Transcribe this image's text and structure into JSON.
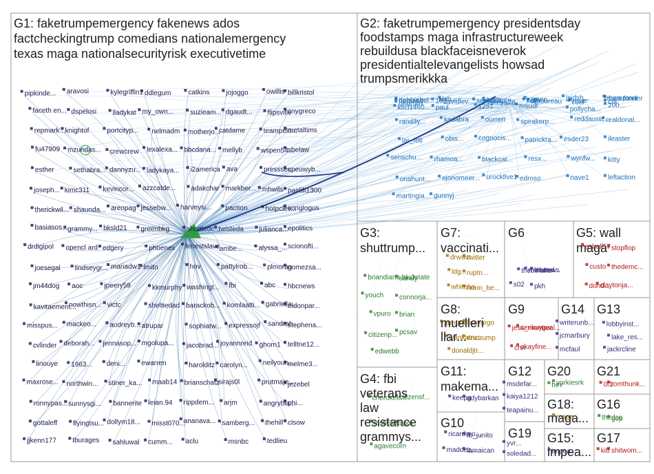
{
  "groups": [
    {
      "id": "G1",
      "lines": [
        "G1: faketrumpemergency fakenews ados",
        "factcheckingtrump comedians nationalemergency",
        "texas maga nationalsecurityrisk executivetime"
      ]
    },
    {
      "id": "G2",
      "lines": [
        "G2: faketrumpemergency presidentsday",
        "foodstamps maga infrastructureweek",
        "rebuildusa blackfaceisneverok",
        "presidentialtelevangelists howsad",
        "trumpsmerikkka"
      ]
    },
    {
      "id": "G3",
      "lines": [
        "G3:",
        "shuttrump..."
      ]
    },
    {
      "id": "G4",
      "lines": [
        "G4: fbi",
        "veterans",
        "law",
        "resistance",
        "grammys..."
      ]
    },
    {
      "id": "G5",
      "lines": [
        "G5: wall",
        "maga"
      ]
    },
    {
      "id": "G6",
      "lines": [
        "G6"
      ]
    },
    {
      "id": "G7",
      "lines": [
        "G7:",
        "vaccinati..."
      ]
    },
    {
      "id": "G8",
      "lines": [
        "G8:",
        "muelleri",
        "llar..."
      ]
    },
    {
      "id": "G9",
      "lines": [
        "G9"
      ]
    },
    {
      "id": "G10",
      "lines": [
        "G10"
      ]
    },
    {
      "id": "G11",
      "lines": [
        "G11:",
        "makema..."
      ]
    },
    {
      "id": "G12",
      "lines": [
        "G12"
      ]
    },
    {
      "id": "G13",
      "lines": [
        "G13"
      ]
    },
    {
      "id": "G14",
      "lines": [
        "G14"
      ]
    },
    {
      "id": "G15",
      "lines": [
        "G15:",
        "impea..."
      ]
    },
    {
      "id": "G16",
      "lines": [
        "G16"
      ]
    },
    {
      "id": "G17",
      "lines": [
        "G17"
      ]
    },
    {
      "id": "G18",
      "lines": [
        "G18:",
        "maga..."
      ]
    },
    {
      "id": "G19",
      "lines": [
        "G19"
      ]
    },
    {
      "id": "G20",
      "lines": [
        "G20"
      ]
    },
    {
      "id": "G21",
      "lines": [
        "G21"
      ]
    }
  ],
  "nodes": {
    "G1": [
      "pipkinde...",
      "aravosi",
      "kylegriffin1",
      "ddlegum",
      "catkins",
      "jojoggo",
      "owillis",
      "billkristol",
      "faceth en...",
      "dspelosi",
      "lladykat",
      "my_own...",
      "suzieam...",
      "dgaudt...",
      "flipsville",
      "cnygreco",
      "repmark...",
      "knightof",
      "portcityp...",
      "nelmadm",
      "motherjo...",
      "catdame",
      "teampelo...",
      "metaltims",
      "fu47909",
      "mzundas...",
      "crewcrew",
      "lexalexa...",
      "bbcdana...",
      "mellyb",
      "wspen54...",
      "sbelaw",
      "esther",
      "sethabra...",
      "dannyzu...",
      "ladykaya...",
      "i2america",
      "ava",
      "presssec",
      "speuwyb...",
      "joseph...",
      "kimc311",
      "kevincor...",
      "azzcatde...",
      "adakchar",
      "markber...",
      "mhwils",
      "pairlift1300",
      "therickwil...",
      "shaunda...",
      "areopag",
      "jessebw...",
      "harveysi...",
      "paction",
      "hotpclev...",
      "songlogus",
      "basiasos...",
      "grammy...",
      "bksld21",
      "greenbkg",
      "shuttledc...",
      "twisteda",
      "julianca...",
      "epolitics",
      "drdigipol",
      "opencl ard",
      "edgery",
      "phoenex",
      "fenestslave",
      "ambe...",
      "alyssa_...",
      "scionofti...",
      "joesegal",
      "lindseygr...",
      "mariadw1",
      "lmitn",
      "hov",
      "pattylrob...",
      "plmoran",
      "gomezsa...",
      "jm44dog",
      "aoc",
      "jpeery59",
      "kkmurphy",
      "washingt...",
      "fbi",
      "abc",
      "hbcnews",
      "kavitaement...",
      "nowthisn...",
      "victc",
      "sheltiedad",
      "barackob...",
      "komlaatti...",
      "gabriella...",
      "eldonpar...",
      "misspus...",
      "mackeo...",
      "audreyb...",
      "atrupar",
      "sophiatw...",
      "expressojf",
      "sandrah...",
      "stephena...",
      "cvlinder",
      "deborah...",
      "jennasop...",
      "mgolupa...",
      "jacobrad...",
      "joyannreid",
      "ghorn1",
      "telltne12...",
      "linouye",
      "1963...",
      "deni...",
      "ewarren",
      "harolditz",
      "carolyn...",
      "neilyoun...",
      "melme3...",
      "maxrose...",
      "northwin...",
      "stiner_ka...",
      "maab14",
      "brianschatz",
      "sirajs0l",
      "prutmaje...",
      "jezebel",
      "ronnypas...",
      "sunnysgi...",
      "bannerite",
      "leian.94",
      "rippdem...",
      "arjm",
      "angrybla...",
      "phi...",
      "gottaleff",
      "flyingtsu...",
      "dollym18...",
      "misst070...",
      "ananava...",
      "samberg...",
      "thehill",
      "clsow",
      "jjkenn177",
      "tburages",
      "sahluwal",
      "cumm...",
      "aclu",
      "msnbc",
      "tedlieu"
    ],
    "G2": [
      "debrob1",
      "103",
      "lanny578...",
      "ramen",
      "jsjdsh...",
      "rhamptonr",
      "debbiebel...",
      "paul",
      "1251...",
      "msudf",
      "cool",
      "200...",
      "kscl1460...",
      "lsh...",
      "seekdivi...",
      "kolls",
      "pollycha...",
      "sara funder",
      "homasd...",
      "davidlev...",
      "birdbren",
      "dthoureau",
      "rovie",
      "chr",
      "rand3y...",
      "kadabra",
      "ourrerr",
      "speakerp...",
      "reddaustc...",
      "realdonal...",
      "lar_foti",
      "obis...",
      "cognocis...",
      "patrickra...",
      "esder23",
      "ileaster",
      "senschu...",
      "rhamoa...",
      "blackcat...",
      "resx...",
      "wynfw...",
      "kitty",
      "onahunt...",
      "ojonomeer...",
      "urockllve1",
      "edroso",
      "nave1",
      "leftaction",
      "martingia...",
      "gunnyj"
    ],
    "G3": [
      "briandiana blu3state",
      "sandy",
      "youch",
      "connorja...",
      "vpuro",
      "brian",
      "citizenp...",
      "pcsav",
      "edwebb"
    ],
    "G4": [
      "cherokee...",
      "citizensf...",
      "restlesn...",
      "lrpm",
      "agavecorn"
    ],
    "G5": [
      "sshall57",
      "stopflop",
      "custo",
      "thedemc...",
      "dond..."
    ],
    "G6": [
      "michaud..."
    ],
    "G7": [
      "drwavt",
      "twitter",
      "ldg...",
      "ruptn...",
      "whiteho...",
      "norm_be..."
    ],
    "G8": [
      "jaredru",
      "lisavargo",
      "ivankatru...",
      "enctrump",
      "donaldjtr..."
    ],
    "G9": [
      "jess_montreal...",
      "cenkuygur",
      "cnn",
      "okayfine..."
    ],
    "G10": [
      "ricardoro...",
      "fb_junito",
      "maddez...",
      "lamaican"
    ],
    "G11": [
      "keepg",
      "adybarkan"
    ],
    "G12": [
      "msdefar...",
      "kaiya1212",
      "teapainu..."
    ],
    "G13": [
      "lobbyinst...",
      "lake_res...",
      "jackrcline"
    ],
    "G14": [
      "writerunb...",
      "jcmarbury",
      "mcfaul"
    ],
    "G15": [
      "impea..."
    ],
    "G16": [
      "thirdco",
      "gop"
    ],
    "G17": [
      "kitt",
      "shitwom..."
    ],
    "G18": [
      "maga..."
    ],
    "G19": [
      "yvr...",
      "soledad..."
    ],
    "G20": [
      "bev",
      "yorkiesrk"
    ],
    "G21": [
      "0l1",
      "tomthunk..."
    ],
    "G6b": [
      "thetnholler",
      "tvanews",
      "s02",
      "pkh"
    ],
    "G5b": [
      "claytonja..."
    ]
  }
}
